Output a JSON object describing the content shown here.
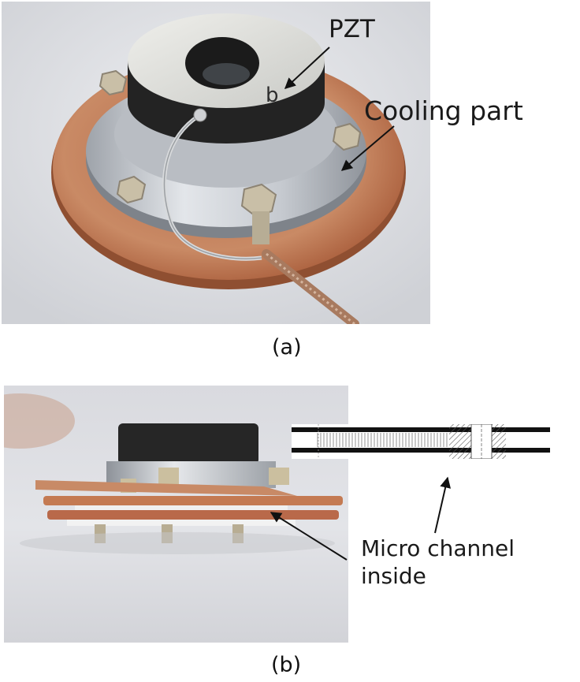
{
  "panel_a": {
    "caption": "(a)",
    "callouts": {
      "pzt": "PZT",
      "cooling": "Cooling part"
    },
    "disc_marking": "b"
  },
  "panel_b": {
    "caption": "(b)",
    "callouts": {
      "micro_channel": "Micro channel\ninside"
    }
  },
  "colors": {
    "copper": "#c47a52",
    "aluminum": "#c9ccd0",
    "pzt_ring": "#2a2a2a",
    "background_cloth": "#e6e7ea"
  }
}
